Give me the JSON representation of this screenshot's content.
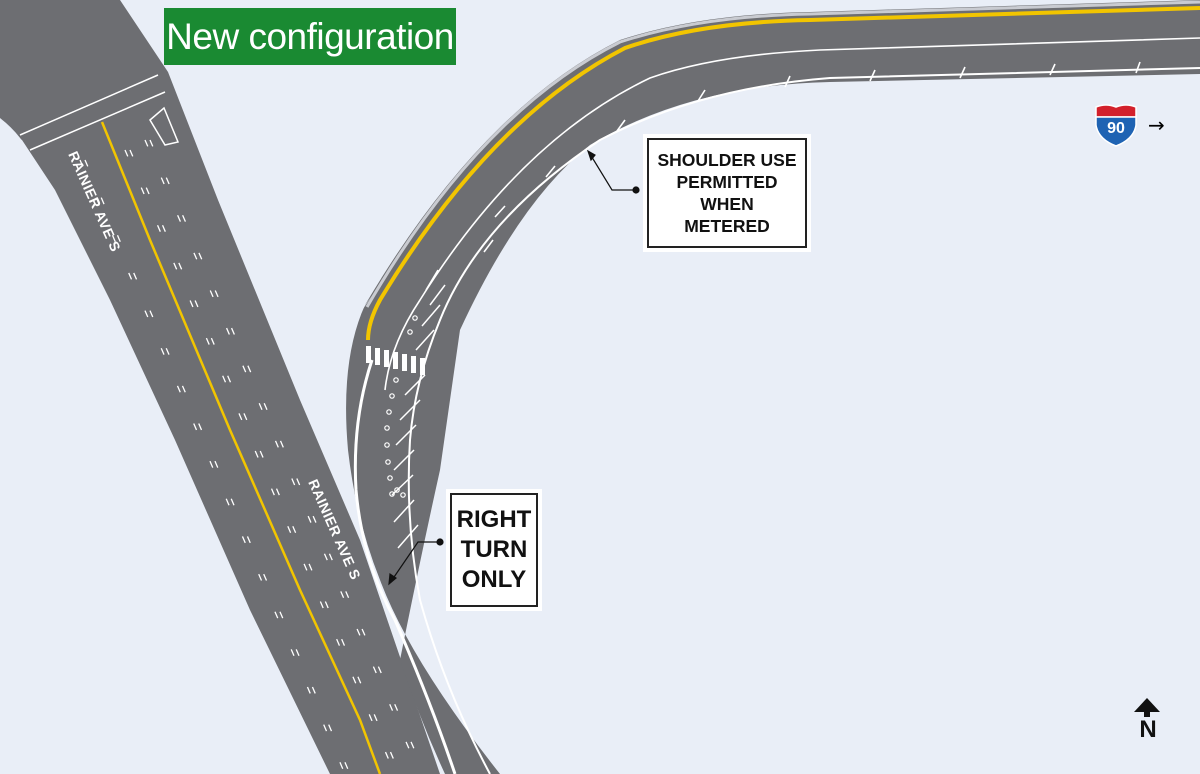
{
  "map": {
    "title": "New configuration",
    "colors": {
      "background": "#e9eef7",
      "road": "#6d6e72",
      "centerline": "#f2c500",
      "marking": "#ffffff",
      "title_bg": "#1a8a32",
      "shield_red": "#d3202b",
      "shield_blue": "#1f63b3"
    },
    "street_labels": [
      "RAINIER AVE S",
      "RAINIER AVE S"
    ],
    "signs": {
      "shoulder": [
        "SHOULDER USE",
        "PERMITTED",
        "WHEN",
        "METERED"
      ],
      "right_turn": [
        "RIGHT",
        "TURN",
        "ONLY"
      ]
    },
    "interstate": {
      "route": "90",
      "arrow": "→"
    },
    "north_arrow": {
      "label": "N",
      "icon": "north-arrow-icon"
    }
  }
}
